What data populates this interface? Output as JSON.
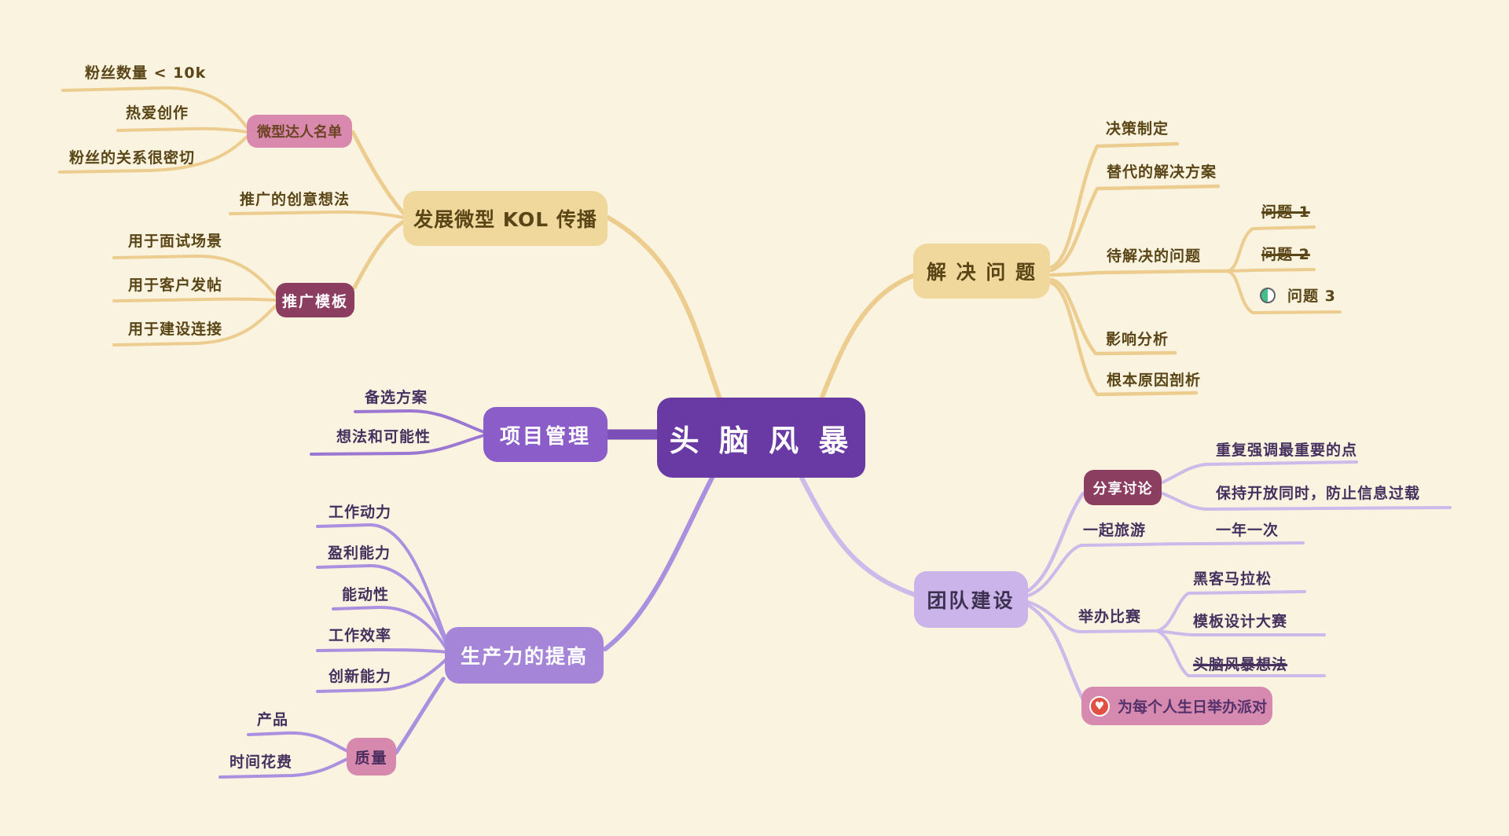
{
  "colors": {
    "background": "#faf3e0",
    "branch_tan": "#eccd8f",
    "node_tan_fill": "#f0d89d",
    "tan_text": "#594516",
    "center_purple": "#6939a4",
    "project_purple": "#8a5dc8",
    "productivity_purple": "#a585d8",
    "team_lavender": "#cbb4e9",
    "maroon": "#8c3e61",
    "pink": "#d989ad",
    "purple_text": "#45305e",
    "progress_green": "#44bf8c",
    "heart_red": "#e25044"
  },
  "icons": {
    "problem3_marker": "half-filled-circle",
    "birthday_marker": "heart"
  },
  "center": {
    "label": "头 脑 风 暴"
  },
  "kol": {
    "label": "发展微型 KOL 传播",
    "creator_list": {
      "label": "微型达人名单",
      "items": [
        "粉丝数量 < 10k",
        "热爱创作",
        "粉丝的关系很密切"
      ]
    },
    "promo_idea": "推广的创意想法",
    "promo_template": {
      "label": "推广模板",
      "items": [
        "用于面试场景",
        "用于客户发帖",
        "用于建设连接"
      ]
    }
  },
  "solve": {
    "label": "解 决 问 题",
    "decision": "决策制定",
    "alternative": "替代的解决方案",
    "pending": {
      "label": "待解决的问题",
      "items": [
        "问题 1",
        "问题 2",
        "问题 3"
      ]
    },
    "impact": "影响分析",
    "root_cause": "根本原因剖析"
  },
  "project": {
    "label": "项目管理",
    "items": [
      "备选方案",
      "想法和可能性"
    ]
  },
  "productivity": {
    "label": "生产力的提高",
    "items": [
      "工作动力",
      "盈利能力",
      "能动性",
      "工作效率",
      "创新能力"
    ],
    "quality": {
      "label": "质量",
      "items": [
        "产品",
        "时间花费"
      ]
    }
  },
  "team": {
    "label": "团队建设",
    "share": {
      "label": "分享讨论",
      "items": [
        "重复强调最重要的点",
        "保持开放同时，防止信息过载"
      ]
    },
    "travel": {
      "label": "一起旅游",
      "note": "一年一次"
    },
    "contest": {
      "label": "举办比赛",
      "items": [
        "黑客马拉松",
        "模板设计大赛",
        "头脑风暴想法"
      ]
    },
    "birthday": "为每个人生日举办派对"
  }
}
